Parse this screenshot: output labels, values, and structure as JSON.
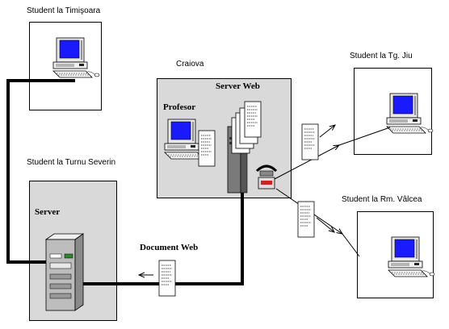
{
  "labels": {
    "timisoara": "Student la Timişoara",
    "craiova": "Craiova",
    "tgjiu": "Student la Tg. Jiu",
    "turnu": "Student la Turnu Severin",
    "valcea": "Student la Rm. Vâlcea",
    "server_web": "Server Web",
    "profesor": "Profesor",
    "server": "Server",
    "document_web": "Document Web"
  },
  "colors": {
    "screen": "#1a1aff",
    "box_grey": "#d9d9d9",
    "line": "#000000"
  }
}
